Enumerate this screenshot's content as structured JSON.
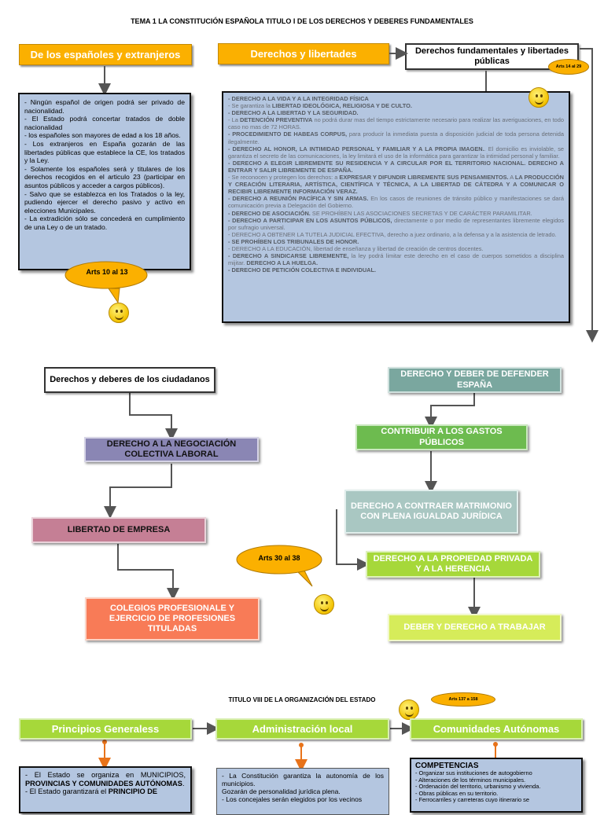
{
  "title1": "TEMA 1 LA CONSTITUCIÓN ESPAÑOLA TITULO I DE LOS DERECHOS Y DEBERES FUNDAMENTALES",
  "espanoles": {
    "header": "De los españoles y extranjeros",
    "items": [
      "- Ningún español de origen podrá ser privado de nacionalidad.",
      "- El Estado podrá concertar tratados de doble nacionalidad",
      "- los españoles son mayores de edad a los 18 años.",
      "- Los extranjeros en España gozarán de las libertades públicas que establece la CE, los tratados y la Ley.",
      "- Solamente los españoles será y titulares de los derechos recogidos en el articulo 23 (participar en asuntos públicos y acceder a cargos públicos).",
      "- Salvo que se establezca en los Tratados o la ley, pudiendo ejercer el derecho pasivo y activo en elecciones Municipales.",
      "- La extradición sólo se concederá en cumplimiento de una Ley o de un tratado."
    ],
    "callout": "Arts 10 al 13"
  },
  "derechos": {
    "header": "Derechos y libertades",
    "side_box": "Derechos fundamentales y libertades públicas",
    "callout": "Arts 14 al 29",
    "items": [
      {
        "b": "- DERECHO A LA VIDA Y A LA INTEGRIDAD FÍSICA",
        "t": ""
      },
      {
        "b": "",
        "t": "- Se garantiza la ",
        "b2": "LIBERTAD IDEOLÓGICA, RELIGIOSA Y DE CULTO."
      },
      {
        "b": "- DERECHO A LA LIBERTAD Y LA SEGURIDAD.",
        "t": ""
      },
      {
        "b": "",
        "t": "- La ",
        "b2": "DETENCIÓN PREVENTIVA",
        "t2": " no podrá durar mas del tiempo estrictamente necesario para realizar las averiguaciones, en todo caso no mas de 72 HORAS."
      },
      {
        "b": "- PROCEDIMIENTO DE HABEAS CORPUS,",
        "t": " para producir la inmediata puesta a disposición judicial de toda persona detenida ilegalmente."
      },
      {
        "b": "- DERECHO AL HONOR, LA INTIMIDAD PERSONAL Y FAMILIAR Y A LA PROPIA IMAGEN.",
        "t": ". El domicilio es inviolable, se garantiza el secreto de las comunicaciones, la ley limitará el uso de la informática para garantizar la intimidad personal y familiar."
      },
      {
        "b": "- DERECHO A ELEGIR LIBREMENTE SU RESIDENCIA Y A CIRCULAR POR EL TERRITORIO NACIONAL. DERECHO A ENTRAR Y SALIR LIBREMENTE DE ESPAÑA.",
        "t": ""
      },
      {
        "b": "",
        "t": "- Se reconocen y protegen los derechos: a ",
        "b2": "EXPRESAR Y DIFUNDIR LIBREMENTE SUS PENSAMIENTOS.",
        "t2": " A ",
        "b3": "LA PRODUCCIÓN Y CREACIÓN LITERARIA, ARTÍSTICA, CIENTÍFICA Y TÉCNICA, A LA LIBERTAD DE CÁTEDRA Y A COMUNICAR O RECIBIR LIBREMENTE INFORMACIÓN VERAZ."
      },
      {
        "b": "- DERECHO A REUNIÓN PACÍFICA Y SIN ARMAS.",
        "t": " En los casos de reuniones de tránsito público y manifestaciones se dará comunicación previa a Delegación del Gobierno."
      },
      {
        "b": "- DERECHO DE ASOCIACIÓN.",
        "t": " SE PROHÍBEN LAS ASOCIACIONES SECRETAS Y DE CARÁCTER PARAMILITAR."
      },
      {
        "b": "- DERECHO A PARTICIPAR EN LOS ASUNTOS PÚBLICOS,",
        "t": " directamente o por medio de representantes libremente elegidos por sufragio universal."
      },
      {
        "b": "",
        "t": "- DERECHO A OBTENER LA TUTELA JUDICIAL EFECTIVA, derecho a juez ordinario, a la defensa y a la asistencia de letrado."
      },
      {
        "b": "- SE PROHÍBEN LOS TRIBUNALES DE HONOR.",
        "t": ""
      },
      {
        "b": "",
        "t": "- DERECHO A LA EDUCACIÓN, libertad de enseñanza y libertad de creación de centros docentes."
      },
      {
        "b": "- DERECHO A SINDICARSE LIBREMENTE,",
        "t": " la ley podrá limitar este derecho en el caso de cuerpos sometidos a disciplina mijitar. ",
        "b2": "DERECHO A LA HUELGA."
      },
      {
        "b": "- DERECHO DE PETICIÓN COLECTIVA E INDIVIDUAL.",
        "t": ""
      }
    ]
  },
  "ciudadanos": {
    "root": "Derechos y deberes de los ciudadanos",
    "negociacion": "DERECHO A LA NEGOCIACIÓN COLECTIVA LABORAL",
    "empresa": "LIBERTAD DE EMPRESA",
    "colegios": "COLEGIOS PROFESIONALE Y EJERCICIO DE PROFESIONES TITULADAS",
    "callout": "Arts 30 al 38",
    "defender": "DERECHO Y DEBER DE DEFENDER ESPAÑA",
    "gastos": "CONTRIBUIR A LOS GASTOS PÚBLICOS",
    "matrimonio": "DERECHO A CONTRAER MATRIMONIO CON PLENA IGUALDAD JURÍDICA",
    "propiedad": "DERECHO A LA PROPIEDAD PRIVADA Y A LA HERENCIA",
    "trabajar": "DEBER Y DERECHO A TRABAJAR"
  },
  "title2": "TITULO VIII DE LA ORGANIZACIÓN DEL ESTADO",
  "estado": {
    "callout": "Arts 137 a 158",
    "principios": {
      "header": "Principios Generaless",
      "lines": [
        {
          "t": "- El Estado se organiza en MUNICIPIOS, ",
          "b": "PROVINCIAS Y COMUNIDADES AUTÓNOMAS",
          "t2": "."
        },
        {
          "t": "- El Estado garantizará el ",
          "b": "PRINCIPIO DE",
          "t2": ""
        }
      ]
    },
    "admin": {
      "header": "Administración local",
      "lines": [
        "- La Constitución garantiza la autonomía de los municipios.",
        "Gozarán de personalidad jurídica plena.",
        "- Los concejales serán elegidos por los vecinos"
      ]
    },
    "ccaa": {
      "header": "Comunidades Autónomas",
      "title": "COMPETENCIAS",
      "lines": [
        "- Organizar sus instituciones de autogobierno",
        "- Alteraciones de los términos municipales.",
        "- Ordenación del territorio, urbanismo y vivienda.",
        "- Obras públicas en su territorio.",
        "- Ferrocarriles y carreteras cuyo itinerario se"
      ]
    }
  },
  "colors": {
    "orange": "#fbb000",
    "blue_box": "#b4c6e0",
    "lime": "#a6d83a",
    "teal": "#7aa79f",
    "green": "#6dbb4f",
    "purple": "#8a86b4",
    "pink": "#c57f95",
    "salmon": "#f87b57",
    "light_teal": "#a9c7c2",
    "yellow_green": "#d6ec5a"
  }
}
